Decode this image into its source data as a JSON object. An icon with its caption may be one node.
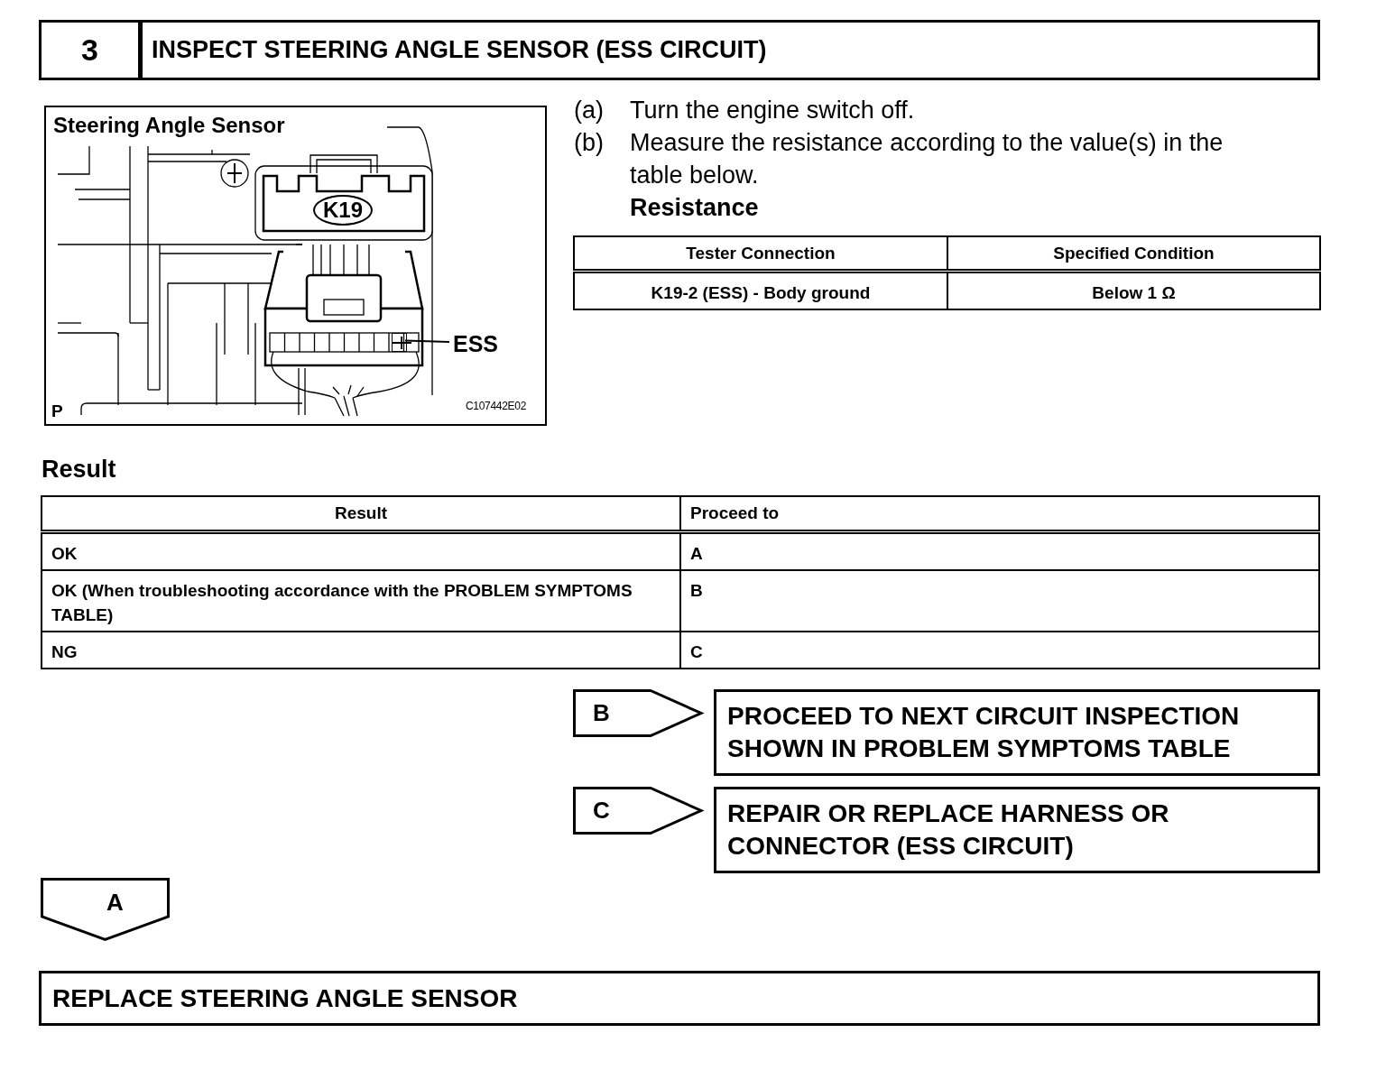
{
  "diagram": {
    "nodes": [
      {
        "text": [
          "3"
        ]
      },
      {
        "text": [
          "INSPECT STEERING ANGLE SENSOR (ESS CIRCUIT)"
        ]
      },
      {
        "text": [
          "Steering Angle Sensor"
        ]
      },
      {
        "text": [
          "K19"
        ],
        "in": 2
      },
      {
        "text": [
          "ESS"
        ],
        "in": 2
      },
      {
        "text": [],
        "shape": "box",
        "in": 2
      },
      {
        "text": [
          "B"
        ]
      },
      {
        "text": [
          "PROCEED TO NEXT CIRCUIT INSPECTION SHOWN IN PROBLEM SYMPTOMS TABLE"
        ]
      },
      {
        "text": [
          "C"
        ]
      },
      {
        "text": [
          "REPAIR OR REPLACE HARNESS OR CONNECTOR (ESS CIRCUIT)"
        ]
      },
      {
        "text": [
          "A"
        ]
      },
      {
        "text": [
          "REPLACE STEERING ANGLE SENSOR"
        ]
      }
    ],
    "edges": [
      {
        "from": 4,
        "to": 5,
        "arrow": "none"
      }
    ],
    "labels": [
      "P",
      "C107442E02",
      "(a)",
      "Turn the engine switch off.",
      "(b)",
      "Measure the resistance according to the value(s) in the table below.",
      "Resistance",
      "Tester Connection",
      "Specified Condition",
      "K19-2 (ESS) - Body ground",
      "Below 1 Ω",
      "Result",
      "Result",
      "Proceed to",
      "OK",
      "A",
      "OK (When troubleshooting accordance with the PROBLEM SYMPTOMS TABLE)",
      "B",
      "NG",
      "C"
    ]
  }
}
